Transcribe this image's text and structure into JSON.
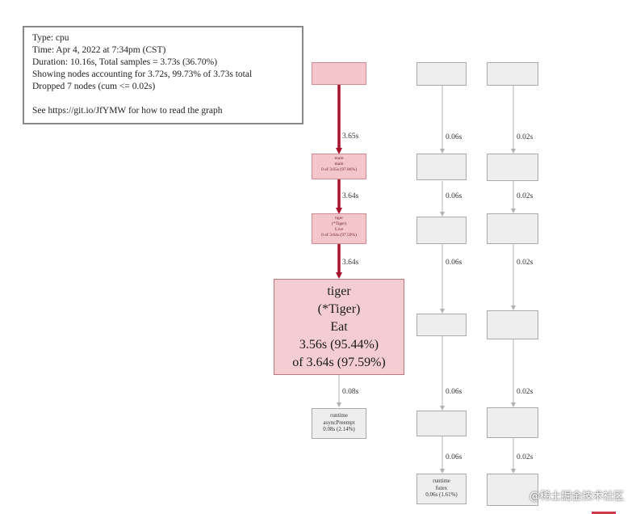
{
  "legend": {
    "type": "Type: cpu",
    "time": "Time: Apr 4, 2022 at 7:34pm (CST)",
    "duration": "Duration: 10.16s, Total samples = 3.73s (36.70%)",
    "showing": "Showing nodes accounting for 3.72s, 99.73% of 3.73s total",
    "dropped": "Dropped 7 nodes (cum <= 0.02s)",
    "see": "See https://git.io/JfYMW for how to read the graph"
  },
  "nodes": {
    "main_main": {
      "l1": "main",
      "l2": "main",
      "l3": "0 of 3.65s (97.86%)"
    },
    "tiger_live": {
      "l1": "tiger",
      "l2": "(*Tiger)",
      "l3": "Live",
      "l4": "0 of 3.64s (97.59%)"
    },
    "tiger_eat": {
      "l1": "tiger",
      "l2": "(*Tiger)",
      "l3": "Eat",
      "l4": "3.56s (95.44%)",
      "l5": "of 3.64s (97.59%)"
    },
    "runtime_async": {
      "l1": "runtime",
      "l2": "asyncPreempt",
      "l3": "0.08s (2.14%)"
    },
    "runtime_futex": {
      "l1": "runtime",
      "l2": "futex",
      "l3": "0.06s (1.61%)"
    }
  },
  "edges": {
    "e_main_main": "3.65s",
    "e_main_live": "3.64s",
    "e_live_eat": "3.64s",
    "e_eat_async": "0.08s",
    "c2_e1": "0.06s",
    "c2_e2": "0.06s",
    "c2_e3": "0.06s",
    "c2_e4": "0.06s",
    "c2_e5": "0.06s",
    "c3_e1": "0.02s",
    "c3_e2": "0.02s",
    "c3_e3": "0.02s",
    "c3_e4": "0.02s",
    "c3_e5": "0.02s"
  },
  "watermark": "@稀土掘金技术社区"
}
